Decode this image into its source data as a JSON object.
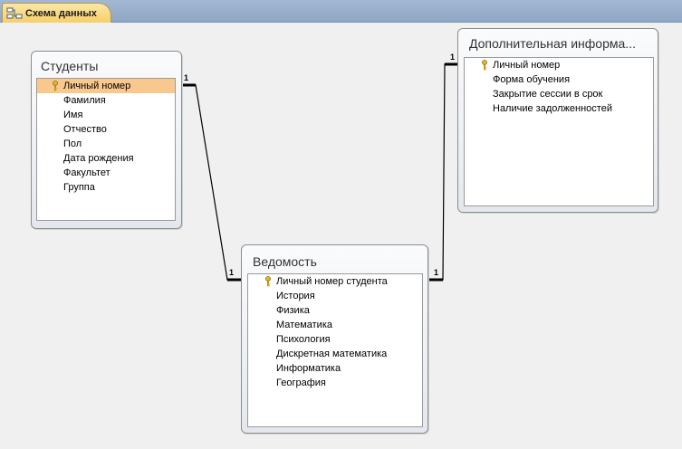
{
  "tab": {
    "label": "Схема данных"
  },
  "tables": {
    "students": {
      "title": "Студенты",
      "fields": [
        "Личный номер",
        "Фамилия",
        "Имя",
        "Отчество",
        "Пол",
        "Дата рождения",
        "Факультет",
        "Группа"
      ],
      "selected_field": "Личный номер"
    },
    "extra": {
      "title": "Дополнительная информа...",
      "fields": [
        "Личный номер",
        "Форма обучения",
        "Закрытие сессии в срок",
        "Наличие задолженностей"
      ]
    },
    "grades": {
      "title": "Ведомость",
      "fields": [
        "Личный номер студента",
        "История",
        "Физика",
        "Математика",
        "Психология",
        "Дискретная математика",
        "Информатика",
        "География"
      ]
    }
  },
  "relationships": [
    {
      "from_table": "Студенты",
      "from_field": "Личный номер",
      "to_table": "Ведомость",
      "to_field": "Личный номер студента",
      "from_label": "1",
      "to_label": "1"
    },
    {
      "from_table": "Ведомость",
      "from_field": "Личный номер студента",
      "to_table": "Дополнительная информа...",
      "to_field": "Личный номер",
      "from_label": "1",
      "to_label": "1"
    }
  ],
  "icons": {
    "tab": "relationship-diagram-icon",
    "key": "primary-key-icon"
  },
  "colors": {
    "selection": "#f9c88e",
    "tab_active": "#f6cf68",
    "tabstrip": "#a3b8d4",
    "workspace": "#f0f0f0"
  }
}
